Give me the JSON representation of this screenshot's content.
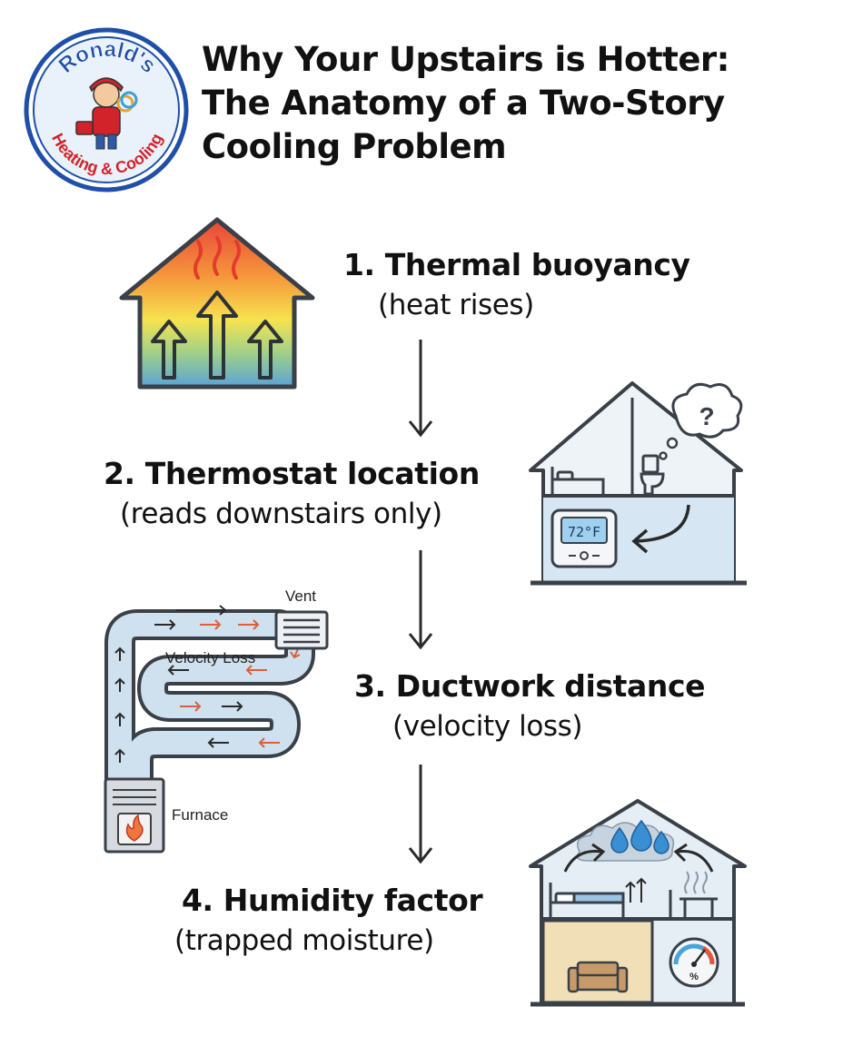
{
  "logo": {
    "brand_top": "Ronald's",
    "brand_bottom": "Heating & Cooling",
    "icon": "technician-mascot-icon"
  },
  "title": {
    "line1": "Why Your Upstairs is Hotter:",
    "line2": "The Anatomy of a Two-Story",
    "line3": "Cooling Problem"
  },
  "steps": [
    {
      "title": "1. Thermal buoyancy",
      "subtitle": "(heat rises)",
      "icon": "heat-rising-house-icon"
    },
    {
      "title": "2. Thermostat location",
      "subtitle": "(reads downstairs only)",
      "icon": "thermostat-house-icon"
    },
    {
      "title": "3. Ductwork distance",
      "subtitle": "(velocity loss)",
      "icon": "ductwork-icon"
    },
    {
      "title": "4. Humidity factor",
      "subtitle": "(trapped moisture)",
      "icon": "humidity-house-icon"
    }
  ],
  "thermostat": {
    "reading": "72°F"
  },
  "ductwork": {
    "vent_label": "Vent",
    "loss_label": "Velocity Loss",
    "furnace_label": "Furnace"
  },
  "humidity": {
    "gauge_unit": "%"
  },
  "misc": {
    "question_mark": "?"
  },
  "colors": {
    "outline": "#3a4048",
    "arrow": "#2a2a2a",
    "logo_blue": "#1f4fa8",
    "logo_red": "#d2232a"
  }
}
